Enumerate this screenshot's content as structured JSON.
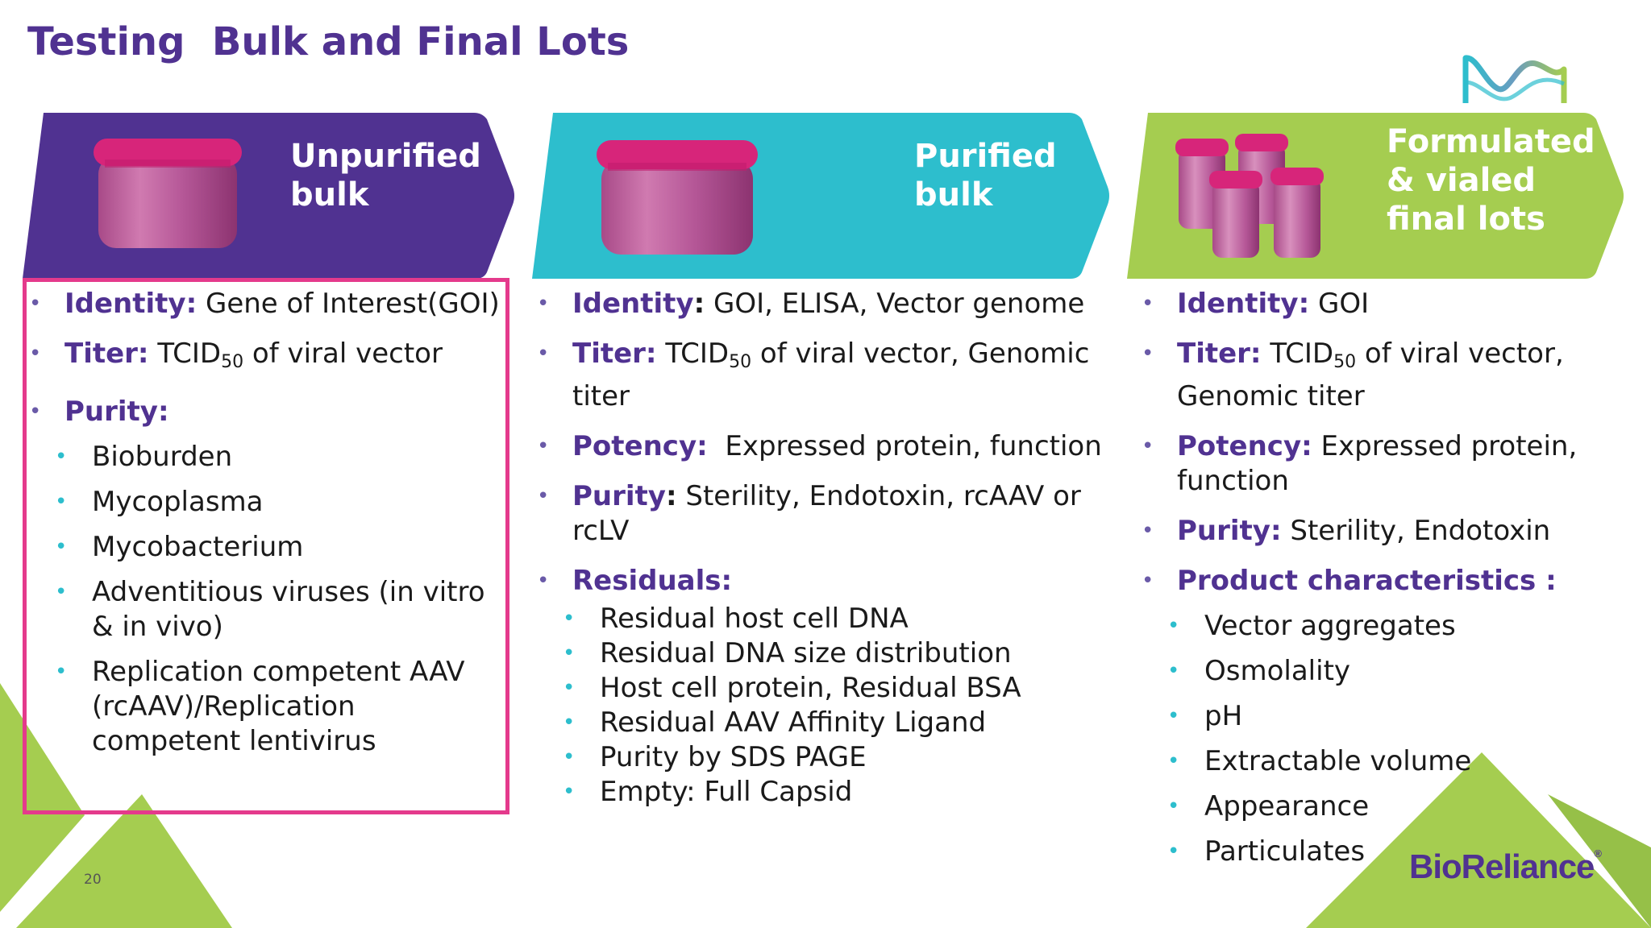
{
  "title": "Testing  Bulk and Final Lots",
  "page_number": "20",
  "brand": {
    "name": "BioReliance",
    "reg": "®"
  },
  "colors": {
    "purple": "#503291",
    "cyan": "#2dbecd",
    "green": "#a5cd50",
    "pink": "#e43a8c"
  },
  "columns": [
    {
      "header": [
        "Unpurified",
        "bulk"
      ],
      "color": "#503291",
      "icon": "single-jar-icon",
      "items": [
        {
          "label": "Identity:",
          "text": " Gene of Interest(GOI)"
        },
        {
          "label": "Titer:",
          "text_pre": " TCID",
          "sub": "50",
          "text_post": " of viral vector"
        },
        {
          "label": "Purity:",
          "text": ""
        }
      ],
      "subitems": [
        "Bioburden",
        "Mycoplasma",
        "Mycobacterium",
        "Adventitious viruses (in vitro & in vivo)",
        "Replication competent AAV (rcAAV)/Replication competent lentivirus"
      ]
    },
    {
      "header": [
        "Purified",
        "bulk"
      ],
      "color": "#2dbecd",
      "icon": "single-jar-icon",
      "items": [
        {
          "label": "Identity",
          "colon": ":",
          "text": " GOI, ELISA, Vector genome"
        },
        {
          "label": "Titer:",
          "text_pre": " TCID",
          "sub": "50",
          "text_post": " of viral vector, Genomic titer"
        },
        {
          "label": "Potency:",
          "text": "  Expressed protein, function"
        },
        {
          "label": "Purity",
          "colon": ":",
          "text": " Sterility, Endotoxin, rcAAV or rcLV"
        },
        {
          "label": "Residuals:",
          "text": ""
        }
      ],
      "subitems": [
        "Residual host cell DNA",
        "Residual DNA size distribution",
        "Host cell protein, Residual BSA",
        "Residual AAV Affinity Ligand",
        "Purity by SDS PAGE",
        "Empty: Full Capsid"
      ]
    },
    {
      "header": [
        "Formulated",
        "& vialed",
        "final lots"
      ],
      "color": "#a5cd50",
      "icon": "multiple-vials-icon",
      "items": [
        {
          "label": "Identity:",
          "text": " GOI"
        },
        {
          "label": "Titer:",
          "text_pre": " TCID",
          "sub": "50",
          "text_post": " of viral vector, Genomic titer"
        },
        {
          "label": "Potency:",
          "text": " Expressed protein, function"
        },
        {
          "label": "Purity:",
          "text": " Sterility, Endotoxin"
        },
        {
          "label": "Product characteristics :",
          "text": ""
        }
      ],
      "subitems": [
        "Vector aggregates",
        "Osmolality",
        "pH",
        "Extractable volume",
        "Appearance",
        "Particulates"
      ]
    }
  ]
}
